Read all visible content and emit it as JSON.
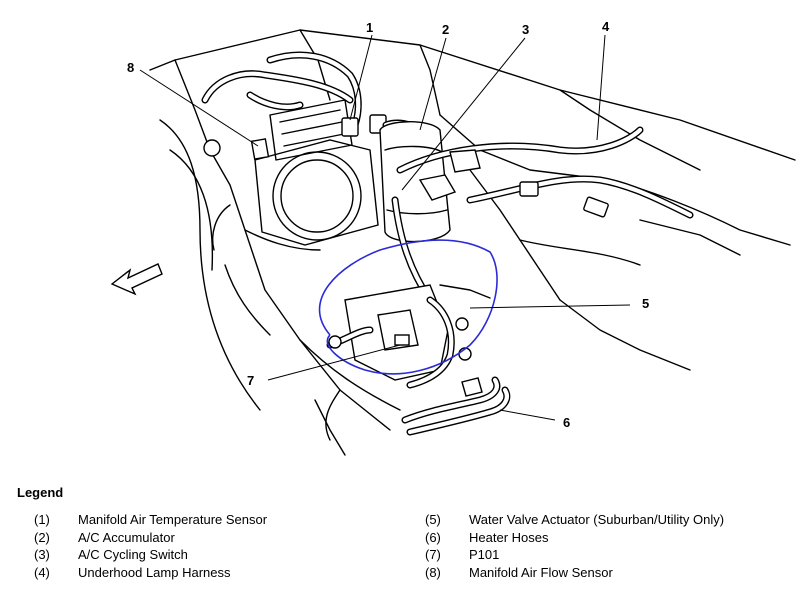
{
  "diagram": {
    "callouts": [
      "1",
      "2",
      "3",
      "4",
      "5",
      "6",
      "7",
      "8"
    ]
  },
  "colors": {
    "linework": "#000000",
    "hand_mark": "#2b2bd6"
  },
  "legend": {
    "title": "Legend",
    "left": [
      {
        "num": "(1)",
        "label": "Manifold Air Temperature Sensor"
      },
      {
        "num": "(2)",
        "label": "A/C Accumulator"
      },
      {
        "num": "(3)",
        "label": "A/C Cycling Switch"
      },
      {
        "num": "(4)",
        "label": "Underhood Lamp Harness"
      }
    ],
    "right": [
      {
        "num": "(5)",
        "label": "Water Valve Actuator (Suburban/Utility Only)"
      },
      {
        "num": "(6)",
        "label": "Heater Hoses"
      },
      {
        "num": "(7)",
        "label": "P101"
      },
      {
        "num": "(8)",
        "label": "Manifold Air Flow Sensor"
      }
    ]
  }
}
